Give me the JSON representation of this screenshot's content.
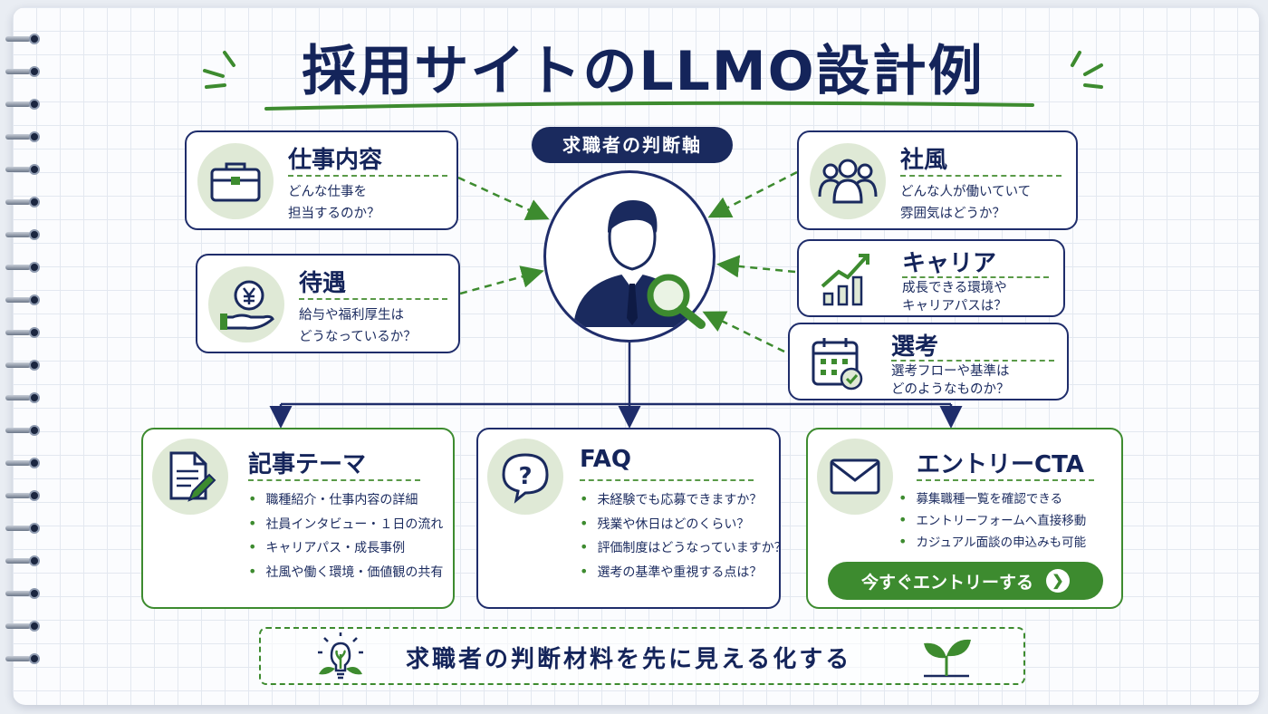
{
  "title": "採用サイトのLLMO設計例",
  "center": {
    "label": "求職者の判断軸"
  },
  "factors": [
    {
      "title": "仕事内容",
      "desc1": "どんな仕事を",
      "desc2": "担当するのか？",
      "icon": "briefcase-icon"
    },
    {
      "title": "待遇",
      "desc1": "給与や福利厚生は",
      "desc2": "どうなっているか？",
      "icon": "yen-hand-icon"
    },
    {
      "title": "社風",
      "desc1": "どんな人が働いていて",
      "desc2": "雰囲気はどうか？",
      "icon": "people-icon"
    },
    {
      "title": "キャリア",
      "desc1": "成長できる環境や",
      "desc2": "キャリアパスは？",
      "icon": "growth-chart-icon"
    },
    {
      "title": "選考",
      "desc1": "選考フローや基準は",
      "desc2": "どのようなものか？",
      "icon": "calendar-check-icon"
    }
  ],
  "outputs": [
    {
      "title": "記事テーマ",
      "icon": "document-pen-icon",
      "items": [
        "職種紹介・仕事内容の詳細",
        "社員インタビュー・１日の流れ",
        "キャリアパス・成長事例",
        "社風や働く環境・価値観の共有"
      ]
    },
    {
      "title": "FAQ",
      "icon": "question-bubble-icon",
      "items": [
        "未経験でも応募できますか？",
        "残業や休日はどのくらい？",
        "評価制度はどうなっていますか？",
        "選考の基準や重視する点は？"
      ]
    },
    {
      "title": "エントリーCTA",
      "icon": "envelope-icon",
      "items": [
        "募集職種一覧を確認できる",
        "エントリーフォームへ直接移動",
        "カジュアル面談の申込みも可能"
      ],
      "button": "今すぐエントリーする"
    }
  ],
  "footer": {
    "text": "求職者の判断材料を先に見える化する"
  },
  "colors": {
    "navy": "#1a2a5e",
    "green": "#3d8b2f",
    "light_green": "#dfe9d6"
  }
}
